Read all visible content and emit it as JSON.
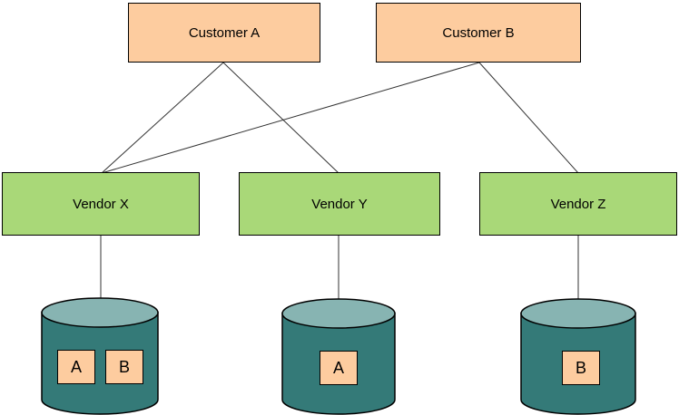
{
  "diagram": {
    "customers": [
      {
        "label": "Customer A"
      },
      {
        "label": "Customer B"
      }
    ],
    "vendors": [
      {
        "label": "Vendor X"
      },
      {
        "label": "Vendor Y"
      },
      {
        "label": "Vendor Z"
      }
    ],
    "databases": [
      {
        "owner": "Vendor X",
        "contents": [
          {
            "label": "A"
          },
          {
            "label": "B"
          }
        ]
      },
      {
        "owner": "Vendor Y",
        "contents": [
          {
            "label": "A"
          }
        ]
      },
      {
        "owner": "Vendor Z",
        "contents": [
          {
            "label": "B"
          }
        ]
      }
    ],
    "edges": [
      {
        "from": "Customer A",
        "to": "Vendor X"
      },
      {
        "from": "Customer A",
        "to": "Vendor Y"
      },
      {
        "from": "Customer B",
        "to": "Vendor X"
      },
      {
        "from": "Customer B",
        "to": "Vendor Z"
      },
      {
        "from": "Vendor X",
        "to": "Vendor X database"
      },
      {
        "from": "Vendor Y",
        "to": "Vendor Y database"
      },
      {
        "from": "Vendor Z",
        "to": "Vendor Z database"
      }
    ],
    "colors": {
      "customer_fill": "#FDCC9F",
      "vendor_fill": "#A9D878",
      "database_body": "#347A78",
      "database_top": "#87B4B2",
      "item_fill": "#FDCC9F",
      "border": "#000000",
      "connector": "#333333"
    }
  }
}
